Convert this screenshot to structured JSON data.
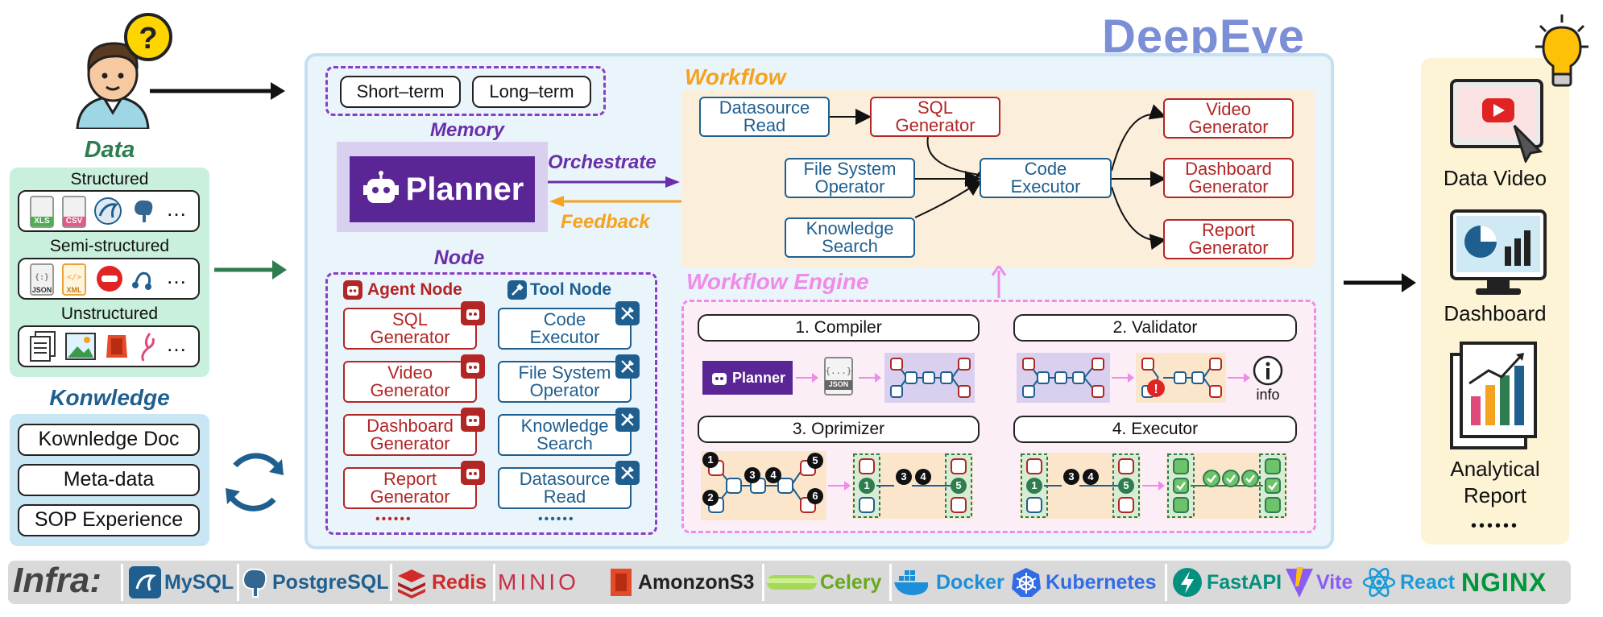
{
  "brand": {
    "title": "DeepEye"
  },
  "left": {
    "data_title": "Data",
    "structured": "Structured",
    "semi_structured": "Semi-structured",
    "unstructured": "Unstructured",
    "more": "…",
    "file_tags": {
      "xls": "XLS",
      "csv": "CSV",
      "json": "JSON",
      "xml": "XML"
    },
    "knowledge_title": "Konwledge",
    "knowledge_items": [
      "Kownledge Doc",
      "Meta-data",
      "SOP Experience"
    ]
  },
  "memory": {
    "title": "Memory",
    "short": "Short–term",
    "long": "Long–term"
  },
  "planner": {
    "label": "Planner"
  },
  "orchestrate": "Orchestrate",
  "feedback": "Feedback",
  "node": {
    "title": "Node",
    "agent_title": "Agent Node",
    "tool_title": "Tool Node",
    "agents": [
      "SQL Generator",
      "Video Generator",
      "Dashboard Generator",
      "Report Generator"
    ],
    "tools": [
      "Code Executor",
      "File System Operator",
      "Knowledge Search",
      "Datasource Read"
    ],
    "dots": "••••••"
  },
  "workflow": {
    "title": "Workflow",
    "datasource": "Datasource Read",
    "sql": "SQL Generator",
    "fs": "File System Operator",
    "ks": "Knowledge Search",
    "code": "Code Executor",
    "video": "Video Generator",
    "dashboard": "Dashboard Generator",
    "report": "Report Generator"
  },
  "engine": {
    "title": "Workflow Engine",
    "compiler": "1. Compiler",
    "validator": "2. Validator",
    "optimizer": "3. Oprimizer",
    "executor": "4. Executor",
    "planner_small": "Planner",
    "json": "JSON",
    "info": "info",
    "numbers": [
      "1",
      "2",
      "3",
      "4",
      "5",
      "6"
    ]
  },
  "outputs": {
    "items": [
      "Data Video",
      "Dashboard",
      "Analytical Report"
    ],
    "dots": "••••••"
  },
  "infra": {
    "label": "Infra:",
    "items": [
      "MySQL",
      "PostgreSQL",
      "Redis",
      "MINIO",
      "AmonzonS3",
      "Celery",
      "Docker",
      "Kubernetes",
      "FastAPI",
      "Vite",
      "React",
      "NGINX"
    ]
  },
  "colors": {
    "brand": "#7b8fd6",
    "green_accent": "#2e7d4f",
    "knowledge_blue": "#1f5f8f",
    "memory_purple": "#6a2fa8",
    "workflow_orange": "#f5a21e",
    "engine_pink": "#ef8be8",
    "agent_red": "#b32626",
    "tool_blue": "#1f5f8f"
  }
}
